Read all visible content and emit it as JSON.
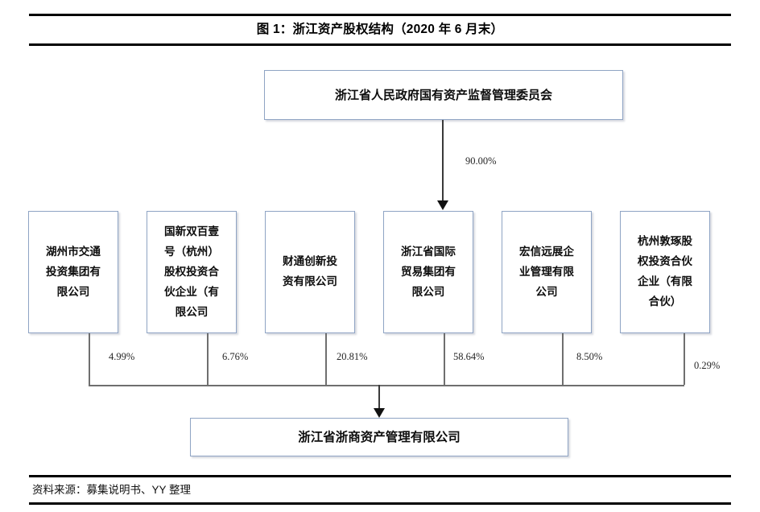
{
  "title": "图 1：浙江资产股权结构（2020 年 6 月末）",
  "diagram": {
    "type": "org-ownership-chart",
    "root": {
      "name": "浙江省人民政府国有资产监督管理委员会",
      "edge_to_child": {
        "target": "浙江省国际贸易集团有限公司",
        "percent": "90.00%"
      }
    },
    "shareholders": [
      {
        "name": "湖州市交通\n投资集团有\n限公司",
        "percent": "4.99%"
      },
      {
        "name": "国新双百壹\n号（杭州）\n股权投资合\n伙企业（有\n限公司",
        "percent": "6.76%"
      },
      {
        "name": "财通创新投\n资有限公司",
        "percent": "20.81%"
      },
      {
        "name": "浙江省国际\n贸易集团有\n限公司",
        "percent": "58.64%"
      },
      {
        "name": "宏信远展企\n业管理有限\n公司",
        "percent": "8.50%"
      },
      {
        "name": "杭州敦琢股\n权投资合伙\n企业（有限\n合伙）",
        "percent": "0.29%"
      }
    ],
    "target_company": "浙江省浙商资产管理有限公司"
  },
  "footer": {
    "source": "资料来源：募集说明书、YY 整理"
  }
}
